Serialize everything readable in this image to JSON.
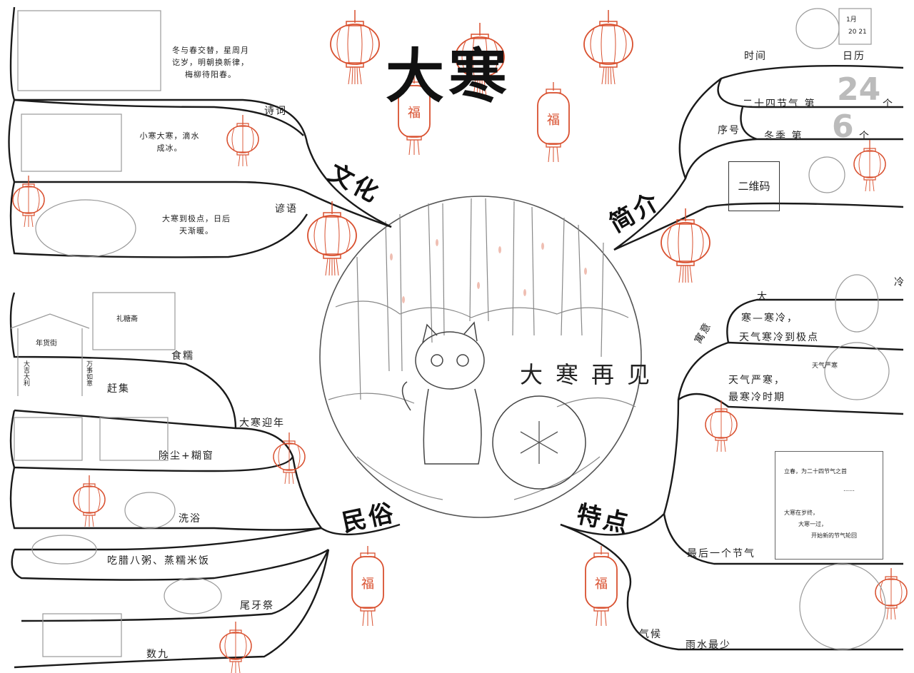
{
  "title": "大寒",
  "center": {
    "farewell": "大寒再见"
  },
  "colors": {
    "ink": "#222222",
    "lantern": "#d9502f",
    "paper": "#ffffff"
  },
  "lantern_char": "福",
  "branches": {
    "intro": {
      "label": "简介",
      "time": "时间",
      "calendar": "日历",
      "order": "序号",
      "solar_term_order": "二十四节气 第",
      "solar_term_number": "24",
      "winter_order": "冬季  第",
      "winter_number": "6",
      "unit": "个",
      "qr": "二维码",
      "calendar_month": "1月",
      "calendar_dates": "20 21"
    },
    "culture": {
      "label": "文化",
      "poem": "诗词",
      "proverb": "谚语",
      "scroll_poem": "冬与春交替，星周月讫岁，明朝换新律，梅柳待阳春。",
      "scroll_proverb_1": "小寒大寒，滴水成冰。",
      "scroll_proverb_2": "大寒到极点，日后天渐暖。"
    },
    "customs": {
      "label": "民俗",
      "welcome": "大寒迎年",
      "food": "食糯",
      "market": "赶集",
      "clean": "除尘+糊窗",
      "bath": "洗浴",
      "porridge": "吃腊八粥、蒸糯米饭",
      "tail_feast": "尾牙祭",
      "count_nine": "数九",
      "gift_shop": "礼糖斋",
      "market_sign": "年货街",
      "couplet_left": "大吉大利",
      "couplet_right": "万事如意"
    },
    "features": {
      "label": "特点",
      "meaning": "寓意",
      "da": "大",
      "cold": "寒—寒冷，",
      "cold_detail": "天气寒冷到极点",
      "severe": "天气严寒，",
      "coldest": "最寒冷时期",
      "last_term": "最后一个节气",
      "climate": "气候",
      "little_rain": "雨水最少",
      "cold_word": "冷",
      "bubble": "天气严寒",
      "note_1": "立春，为二十四节气之首",
      "note_dots": "……",
      "note_2": "大寒在岁终，",
      "note_3": "大寒一过，",
      "note_4": "开始新的节气轮回"
    }
  }
}
